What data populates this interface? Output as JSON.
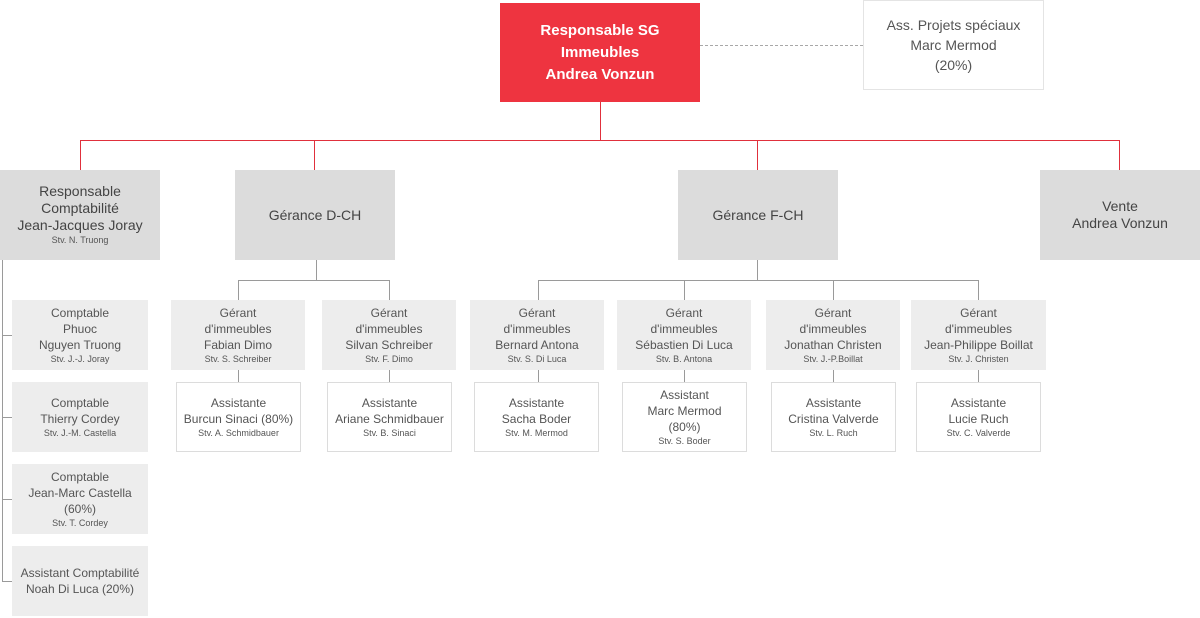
{
  "head": {
    "line1": "Responsable SG",
    "line2": "Immeubles",
    "line3": "Andrea Vonzun"
  },
  "special": {
    "line1": "Ass. Projets spéciaux",
    "line2": "Marc Mermod",
    "line3": "(20%)"
  },
  "compta": {
    "head": {
      "line1": "Responsable",
      "line2": "Comptabilité",
      "line3": "Jean-Jacques Joray",
      "stv": "Stv. N. Truong"
    },
    "members": [
      {
        "line1": "Comptable",
        "line2": "Phuoc",
        "line3": "Nguyen Truong",
        "stv": "Stv. J.-J. Joray"
      },
      {
        "line1": "Comptable",
        "line2": "Thierry Cordey",
        "stv": "Stv. J.-M. Castella"
      },
      {
        "line1": "Comptable",
        "line2": "Jean-Marc Castella",
        "line3": "(60%)",
        "stv": "Stv. T. Cordey"
      },
      {
        "line1": "Assistant Comptabilité",
        "line2": "Noah Di Luca (20%)"
      }
    ]
  },
  "dch": {
    "title": "Gérance D-CH",
    "managers": [
      {
        "line1": "Gérant",
        "line2": "d'immeubles",
        "line3": "Fabian Dimo",
        "stv": "Stv. S. Schreiber",
        "assistant": {
          "line1": "Assistante",
          "line2": "Burcun Sinaci (80%)",
          "stv": "Stv. A. Schmidbauer"
        }
      },
      {
        "line1": "Gérant",
        "line2": "d'immeubles",
        "line3": "Silvan Schreiber",
        "stv": "Stv. F. Dimo",
        "assistant": {
          "line1": "Assistante",
          "line2": "Ariane Schmidbauer",
          "stv": "Stv. B. Sinaci"
        }
      }
    ]
  },
  "fch": {
    "title": "Gérance F-CH",
    "managers": [
      {
        "line1": "Gérant",
        "line2": "d'immeubles",
        "line3": "Bernard Antona",
        "stv": "Stv. S. Di Luca",
        "assistant": {
          "line1": "Assistante",
          "line2": "Sacha Boder",
          "stv": "Stv. M. Mermod"
        }
      },
      {
        "line1": "Gérant",
        "line2": "d'immeubles",
        "line3": "Sébastien Di Luca",
        "stv": "Stv. B. Antona",
        "assistant": {
          "line1": "Assistant",
          "line2": "Marc Mermod",
          "line3": "(80%)",
          "stv": "Stv. S. Boder"
        }
      },
      {
        "line1": "Gérant",
        "line2": "d'immeubles",
        "line3": "Jonathan Christen",
        "stv": "Stv. J.-P.Boillat",
        "assistant": {
          "line1": "Assistante",
          "line2": "Cristina Valverde",
          "stv": "Stv. L. Ruch"
        }
      },
      {
        "line1": "Gérant",
        "line2": "d'immeubles",
        "line3": "Jean-Philippe Boillat",
        "stv": "Stv. J. Christen",
        "assistant": {
          "line1": "Assistante",
          "line2": "Lucie Ruch",
          "stv": "Stv. C. Valverde"
        }
      }
    ]
  },
  "vente": {
    "line1": "Vente",
    "line2": "Andrea Vonzun"
  },
  "colors": {
    "head": "#ee3440",
    "connector_top": "#e0303c",
    "level1": "#dcdcdc",
    "level2": "#ededed",
    "connector": "#9a9a9a"
  }
}
